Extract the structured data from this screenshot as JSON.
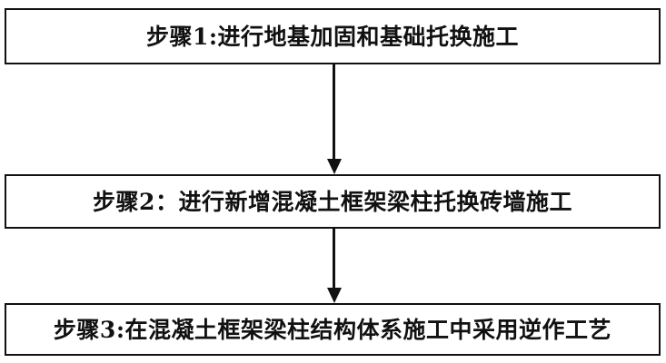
{
  "diagram": {
    "type": "flowchart",
    "orientation": "vertical",
    "background_color": "#ffffff",
    "border_color": "#111111",
    "text_color": "#111111",
    "steps": [
      {
        "id": "step-1",
        "label": "步骤1:进行地基加固和基础托换施工"
      },
      {
        "id": "step-2",
        "label": "步骤2：进行新增混凝土框架梁柱托换砖墙施工"
      },
      {
        "id": "step-3",
        "label": "步骤3:在混凝土框架梁柱结构体系施工中采用逆作工艺"
      }
    ],
    "connectors": [
      {
        "id": "arrow-1",
        "from": "step-1",
        "to": "step-2",
        "icon": "arrow-down-icon"
      },
      {
        "id": "arrow-2",
        "from": "step-2",
        "to": "step-3",
        "icon": "arrow-down-icon"
      }
    ]
  }
}
